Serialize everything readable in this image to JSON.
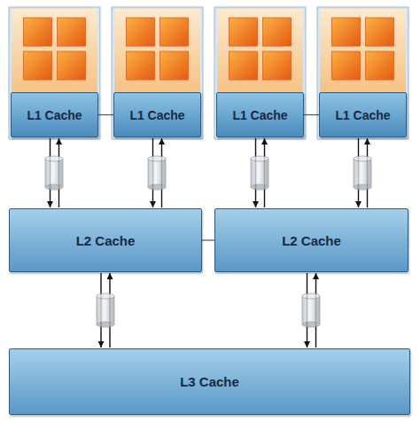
{
  "diagram": {
    "nodes": [
      {
        "text": [
          "L1 Cache"
        ]
      },
      {
        "text": [
          "L1 Cache"
        ]
      },
      {
        "text": [
          "L1 Cache"
        ]
      },
      {
        "text": [
          "L1 Cache"
        ]
      },
      {
        "text": [
          "L2 Cache"
        ]
      },
      {
        "text": [
          "L2 Cache"
        ]
      },
      {
        "text": [
          "L3 Cache"
        ]
      }
    ],
    "edges": [
      {
        "from": 0,
        "to": 1,
        "arrow": "none"
      },
      {
        "from": 2,
        "to": 3,
        "arrow": "none"
      },
      {
        "from": 0,
        "to": 4,
        "arrow": "both"
      },
      {
        "from": 1,
        "to": 4,
        "arrow": "both"
      },
      {
        "from": 2,
        "to": 5,
        "arrow": "both"
      },
      {
        "from": 3,
        "to": 5,
        "arrow": "both"
      },
      {
        "from": 4,
        "to": 5,
        "arrow": "none"
      },
      {
        "from": 4,
        "to": 6,
        "arrow": "both"
      },
      {
        "from": 5,
        "to": 6,
        "arrow": "both"
      }
    ]
  }
}
